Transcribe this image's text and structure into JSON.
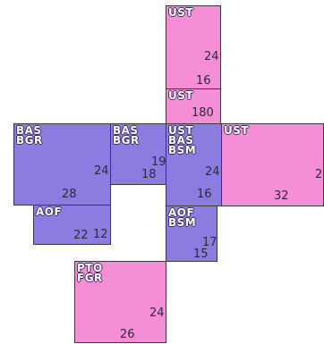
{
  "rooms": [
    {
      "id": "ust-top",
      "labels": [
        "UST"
      ],
      "numbers": [
        "24",
        "16"
      ]
    },
    {
      "id": "ust-mid",
      "labels": [
        "UST"
      ],
      "numbers": [
        "180"
      ]
    },
    {
      "id": "bas-left",
      "labels": [
        "BAS",
        "BGR"
      ],
      "numbers": [
        "24",
        "28"
      ]
    },
    {
      "id": "bas-mid",
      "labels": [
        "BAS",
        "BGR"
      ],
      "numbers": [
        "19",
        "18"
      ]
    },
    {
      "id": "ust-bas",
      "labels": [
        "UST",
        "BAS",
        "BSM"
      ],
      "numbers": [
        "24",
        "16"
      ]
    },
    {
      "id": "ust-right",
      "labels": [
        "UST"
      ],
      "numbers": [
        "2",
        "32"
      ]
    },
    {
      "id": "aof-left",
      "labels": [
        "AOF"
      ],
      "numbers": [
        "22",
        "12"
      ]
    },
    {
      "id": "aof-bsm",
      "labels": [
        "AOF",
        "BSM"
      ],
      "numbers": [
        "17",
        "15"
      ]
    },
    {
      "id": "pto-fgr",
      "labels": [
        "PTO",
        "FGR"
      ],
      "numbers": [
        "24",
        "26"
      ]
    }
  ],
  "colors": {
    "pink": "#f58ed6",
    "purple": "#8a7ce0"
  }
}
